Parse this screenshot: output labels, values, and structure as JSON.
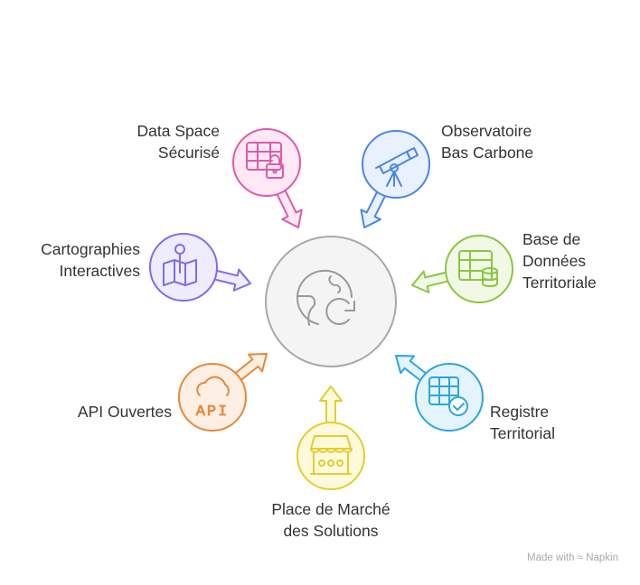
{
  "center": {
    "icon": "globe-refresh-icon",
    "stroke": "#a8a8a8",
    "fill": "#f4f4f4"
  },
  "nodes": [
    {
      "id": "data-space",
      "lines": [
        "Data Space",
        "Sécurisé"
      ],
      "icon": "table-lock-icon",
      "stroke": "#e05aa8",
      "fill": "#fde8f4"
    },
    {
      "id": "observatoire",
      "lines": [
        "Observatoire",
        "Bas Carbone"
      ],
      "icon": "telescope-icon",
      "stroke": "#4a86e8",
      "fill": "#e9f1fe"
    },
    {
      "id": "base-donnees",
      "lines": [
        "Base de",
        "Données",
        "Territoriale"
      ],
      "icon": "table-database-icon",
      "stroke": "#8cc63f",
      "fill": "#f1f9e6"
    },
    {
      "id": "registre",
      "lines": [
        "Registre",
        "Territorial"
      ],
      "icon": "table-check-icon",
      "stroke": "#2aa6de",
      "fill": "#e4f4fc"
    },
    {
      "id": "place-marche",
      "lines": [
        "Place de Marché",
        "des Solutions"
      ],
      "icon": "market-stall-icon",
      "stroke": "#e2cf2a",
      "fill": "#fdf9dd"
    },
    {
      "id": "api",
      "lines": [
        "API Ouvertes"
      ],
      "icon": "cloud-api-icon",
      "stroke": "#e8883a",
      "fill": "#fdefe3"
    },
    {
      "id": "cartographies",
      "lines": [
        "Cartographies",
        "Interactives"
      ],
      "icon": "map-pin-icon",
      "stroke": "#7b6ef0",
      "fill": "#efedfd"
    }
  ],
  "footer": {
    "made_with": "Made with",
    "brand": "Napkin"
  }
}
